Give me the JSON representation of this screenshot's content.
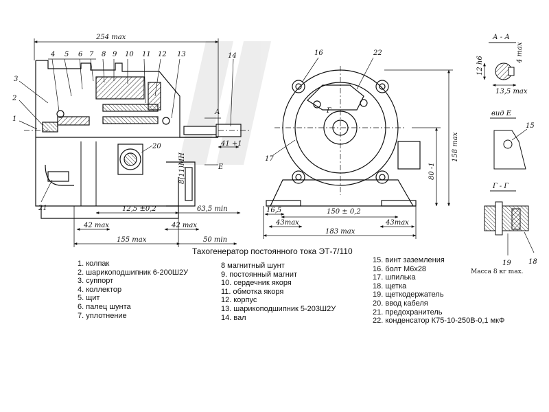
{
  "title": "Тахогенератор постоянного тока ЭТ-7/110",
  "mass_note": "Масса 8 кг max.",
  "legend": {
    "col1": [
      "1. колпак",
      "2. шарикоподшипник 6-200Ш2У",
      "3. суппорт",
      "4. коллектор",
      "5. щит",
      "6. палец шунта",
      "7. уплотнение"
    ],
    "col2": [
      "8 магнитный шунт",
      "9. постоянный магнит",
      "10. сердечник якоря",
      "11. обмотка якоря",
      "12. корпус",
      "13. шарикоподшипник 5-203Ш2У",
      "14. вал"
    ],
    "col3": [
      "15. винт заземления",
      "16. болт М6х28",
      "17. шпилька",
      "18. щетка",
      "19. щеткодержатель",
      "20. ввод кабеля",
      "21. предохранитель",
      "22. конденсатор К75-10-250В-0,1 мкФ"
    ]
  },
  "dimensions": {
    "overall_length": "254 max",
    "d125": "12,5 ±0,2",
    "d635": "63,5 min",
    "d42a": "42 max",
    "d42b": "42 max",
    "d155": "155 max",
    "d50": "50 min",
    "d41": "41 +1",
    "d165": "16,5",
    "d150": "150 ± 0,2",
    "d43a": "43max",
    "d43b": "43max",
    "d183": "183 max",
    "d158": "158 max",
    "d80": "80 -1",
    "d12h6": "12 h6",
    "d4": "4 max",
    "d135": "13,5 max",
    "d8m": "8(11)МН"
  },
  "view_titles": {
    "aa": "А - А",
    "e": "вид Е",
    "gg": "Г - Г",
    "a": "А",
    "e_mark": "Е",
    "g_mark": "Г"
  },
  "callouts": {
    "n1": "1",
    "n2": "2",
    "n3": "3",
    "n4": "4",
    "n5": "5",
    "n6": "6",
    "n7": "7",
    "n8": "8",
    "n9": "9",
    "n10": "10",
    "n11": "11",
    "n12": "12",
    "n13": "13",
    "n14": "14",
    "n15": "15",
    "n16": "16",
    "n17": "17",
    "n18": "18",
    "n19": "19",
    "n20": "20",
    "n21": "21",
    "n22": "22"
  }
}
